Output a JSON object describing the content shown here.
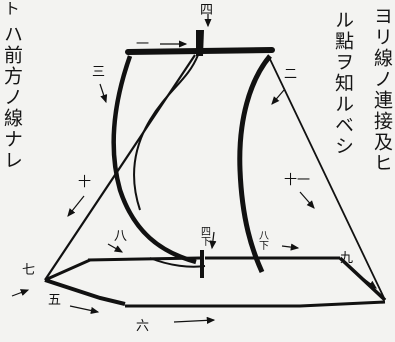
{
  "text_columns": {
    "right_1": "ヨリ線ノ連接及ヒ",
    "right_2": "ル點ヲ知ルベシ",
    "left_1": "ハ前方ノ線ナレ",
    "left_partial": "ト"
  },
  "stroke_numbers": {
    "n1": "一",
    "n2": "二",
    "n3": "三",
    "n4": "四",
    "n4_lower": "四下",
    "n5": "五",
    "n6": "六",
    "n7": "七",
    "n8_left": "八",
    "n8_right": "八下",
    "n9": "九",
    "n10": "十",
    "n11": "十一"
  }
}
